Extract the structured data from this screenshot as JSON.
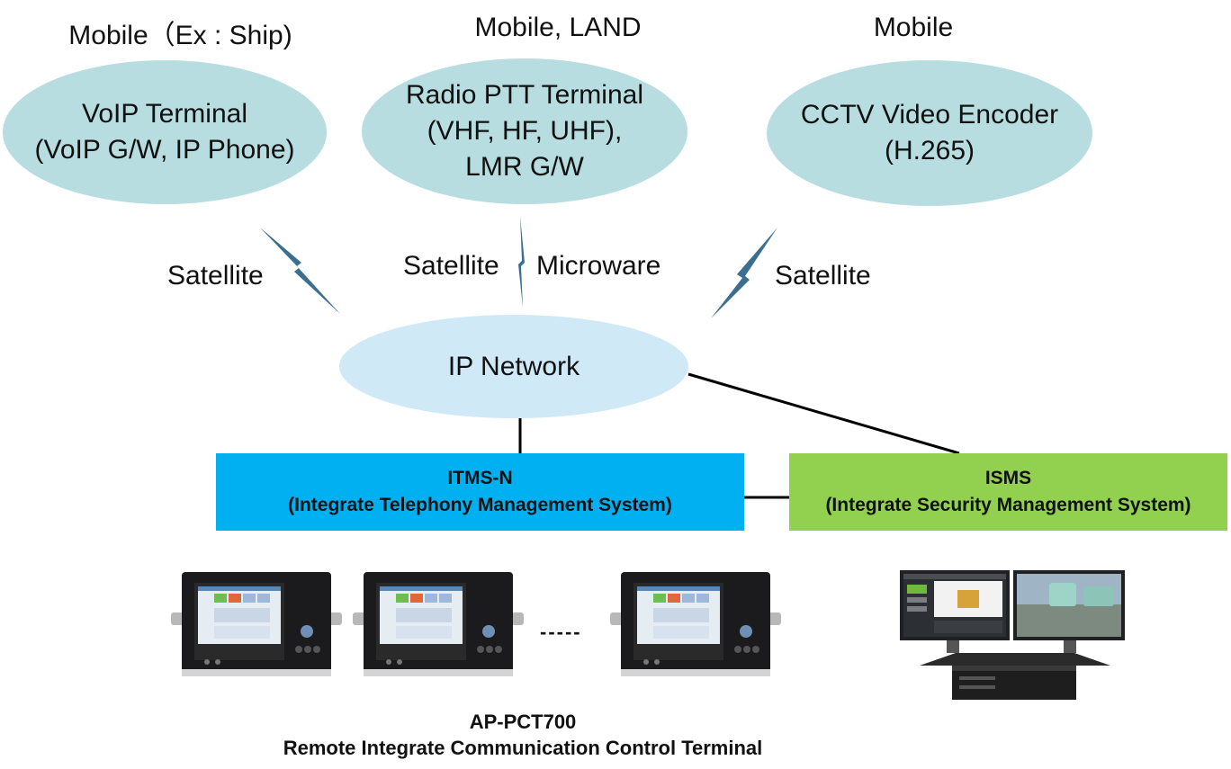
{
  "headings": {
    "left": "Mobile（Ex : Ship)",
    "center": "Mobile, LAND",
    "right": "Mobile"
  },
  "terminals": {
    "voip": {
      "line1": "VoIP Terminal",
      "line2": "(VoIP G/W, IP Phone)"
    },
    "radio": {
      "line1": "Radio PTT Terminal",
      "line2": "(VHF, HF, UHF),",
      "line3": "LMR G/W"
    },
    "cctv": {
      "line1": "CCTV Video Encoder",
      "line2": "(H.265)"
    }
  },
  "links": {
    "left": "Satellite",
    "center_left": "Satellite",
    "center_right": "Microware",
    "right": "Satellite"
  },
  "network": {
    "label": "IP Network"
  },
  "systems": {
    "itms": {
      "name": "ITMS-N",
      "desc": "(Integrate Telephony Management System)",
      "color": "#00b0f0"
    },
    "isms": {
      "name": "ISMS",
      "desc": "(Integrate Security Management System)",
      "color": "#92d050"
    }
  },
  "devices": {
    "separator": "-----",
    "caption_line1": "AP-PCT700",
    "caption_line2": "Remote Integrate Communication Control Terminal"
  },
  "colors": {
    "ellipse_fill": "#b7dde0",
    "network_fill": "#cfe9f7",
    "lightning": "#3b6f8f"
  }
}
